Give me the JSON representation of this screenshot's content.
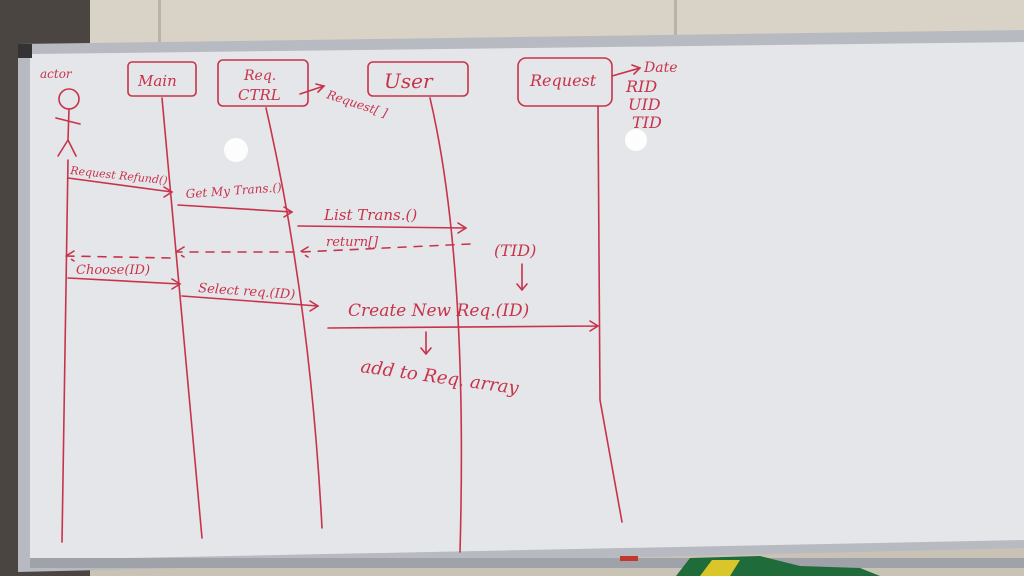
{
  "colors": {
    "ink": "#c8334a",
    "board": "#e6e8ec",
    "frame": "#b9bcc2",
    "wall": "#cfc9bd"
  },
  "whiteboard": {
    "actor_label": "actor",
    "participants": [
      {
        "label": "Main"
      },
      {
        "label_line1": "Req.",
        "label_line2": "CTRL"
      },
      {
        "label": "User"
      },
      {
        "label": "Request"
      }
    ],
    "ctrl_attribute": "Request[ ]",
    "request_attributes": [
      "Date",
      "RID",
      "UID",
      "TID"
    ],
    "messages": {
      "request_refund": "Request Refund()",
      "get_my_trans": "Get My Trans.()",
      "list_trans": "List Trans.()",
      "return": "return[]",
      "tid_note": "(TID)",
      "choose": "Choose(ID)",
      "select_req": "Select req.(ID)",
      "create_new_req": "Create New Req.(ID)",
      "add_to_array": "add to Req. array"
    }
  }
}
